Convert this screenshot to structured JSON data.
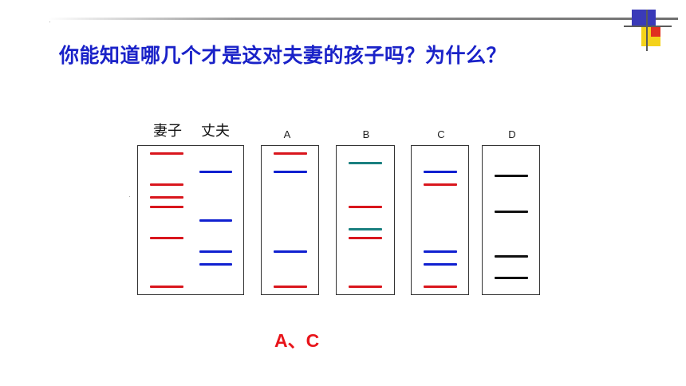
{
  "question": "你能知道哪几个才是这对夫妻的孩子吗？为什么？",
  "parent_labels": {
    "wife": "妻子",
    "husband": "丈夫"
  },
  "lanes": [
    {
      "label": "A"
    },
    {
      "label": "B"
    },
    {
      "label": "C"
    },
    {
      "label": "D"
    }
  ],
  "band_colors": {
    "wife": "#d9161d",
    "husband": "#1020d0",
    "other_B": "#1a8080",
    "other_D": "#111111"
  },
  "answer": "A、C"
}
